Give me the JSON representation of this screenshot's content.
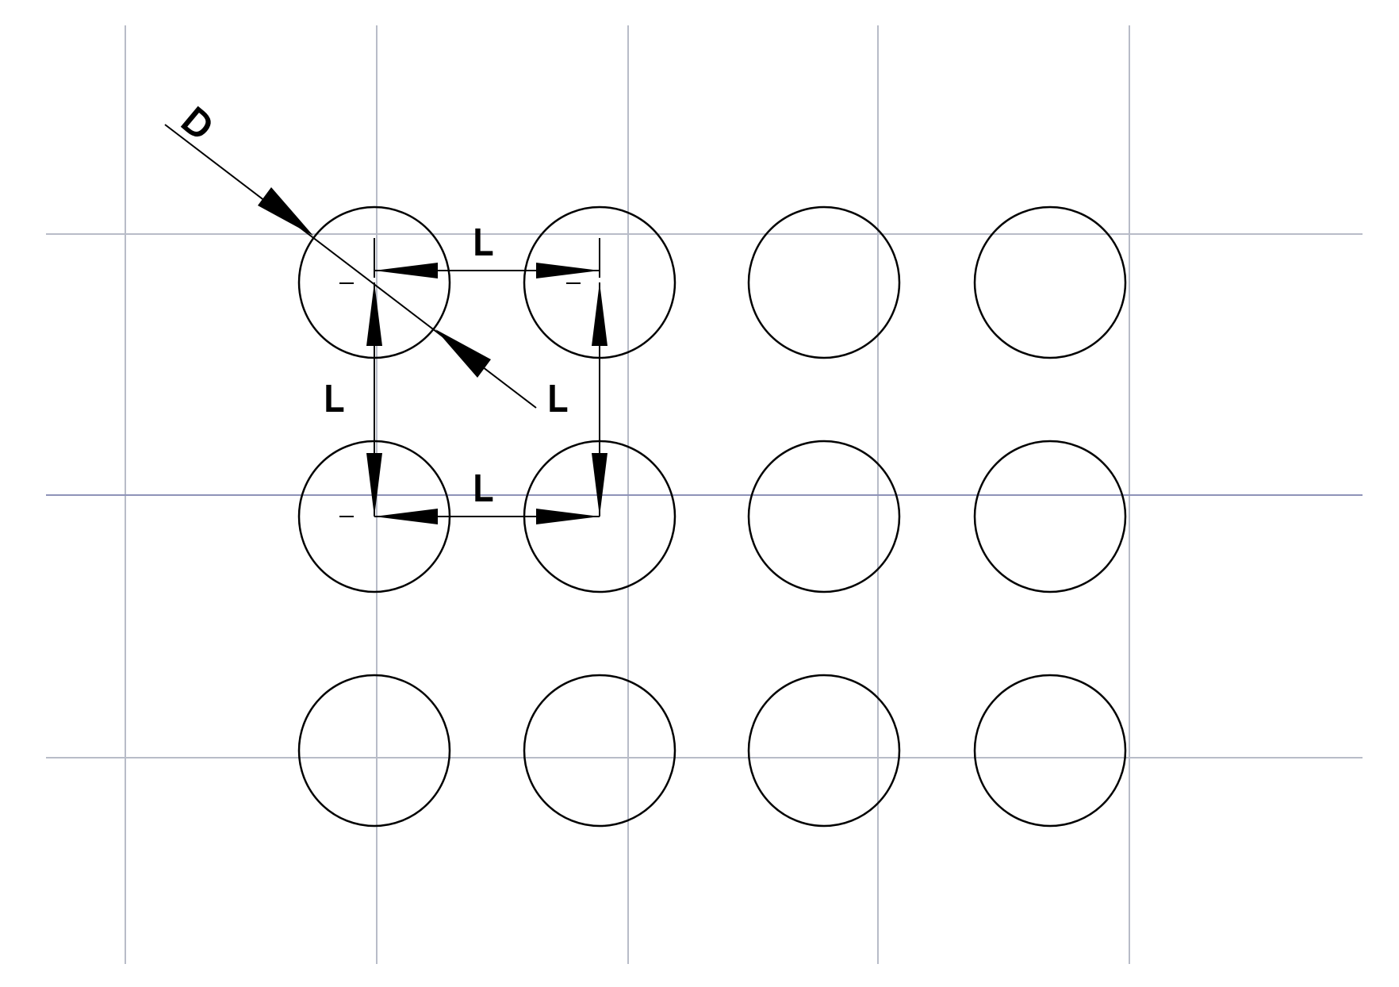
{
  "labels": {
    "diameter": "D",
    "spacing_top": "L",
    "spacing_middle": "L",
    "spacing_left": "L",
    "spacing_right": "L"
  },
  "grid": {
    "columns": 4,
    "rows": 3
  },
  "colors": {
    "background": "#ffffff",
    "stroke": "#000000",
    "gridline": "#b8bcc8",
    "gridline_emphasis": "#8e93b8"
  }
}
